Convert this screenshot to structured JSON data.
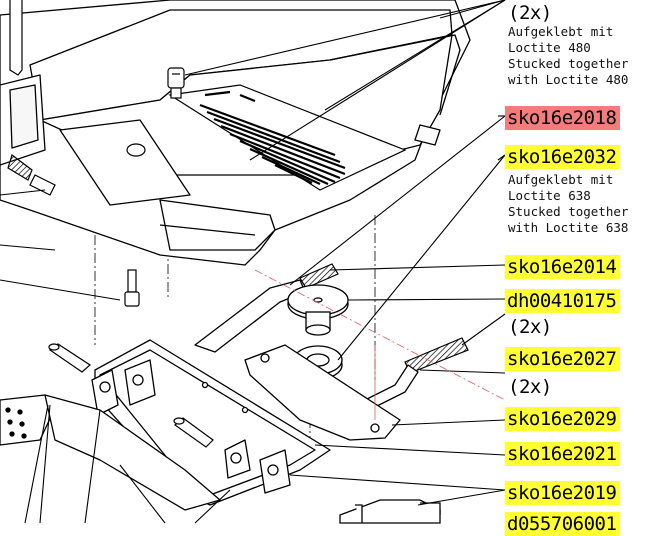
{
  "labels": [
    {
      "id": "q1",
      "type": "qty",
      "text": "(2x)"
    },
    {
      "id": "n1a",
      "type": "note",
      "text": "Aufgeklebt mit"
    },
    {
      "id": "n1b",
      "type": "note",
      "text": "Loctite 480"
    },
    {
      "id": "n1c",
      "type": "note",
      "text": "Stucked together"
    },
    {
      "id": "n1d",
      "type": "note",
      "text": "with Loctite 480"
    },
    {
      "id": "p1",
      "type": "part",
      "highlight": "red",
      "text": "sko16e2018"
    },
    {
      "id": "p2",
      "type": "part",
      "highlight": "yellow",
      "text": "sko16e2032"
    },
    {
      "id": "n2a",
      "type": "note",
      "text": "Aufgeklebt mit"
    },
    {
      "id": "n2b",
      "type": "note",
      "text": "Loctite 638"
    },
    {
      "id": "n2c",
      "type": "note",
      "text": "Stucked together"
    },
    {
      "id": "n2d",
      "type": "note",
      "text": "with Loctite 638"
    },
    {
      "id": "p3",
      "type": "part",
      "highlight": "yellow",
      "text": "sko16e2014"
    },
    {
      "id": "p4",
      "type": "part",
      "highlight": "yellow",
      "text": "dh00410175"
    },
    {
      "id": "q2",
      "type": "qty",
      "text": "(2x)"
    },
    {
      "id": "p5",
      "type": "part",
      "highlight": "yellow",
      "text": "sko16e2027"
    },
    {
      "id": "q3",
      "type": "qty",
      "text": "(2x)"
    },
    {
      "id": "p6",
      "type": "part",
      "highlight": "yellow",
      "text": "sko16e2029"
    },
    {
      "id": "p7",
      "type": "part",
      "highlight": "yellow",
      "text": "sko16e2021"
    },
    {
      "id": "p8",
      "type": "part",
      "highlight": "yellow",
      "text": "sko16e2019"
    },
    {
      "id": "p9",
      "type": "part",
      "highlight": "yellow",
      "text": "d055706001"
    }
  ],
  "colors": {
    "yellow": "#ffff33",
    "red": "#f47c7c",
    "line": "#000000"
  }
}
